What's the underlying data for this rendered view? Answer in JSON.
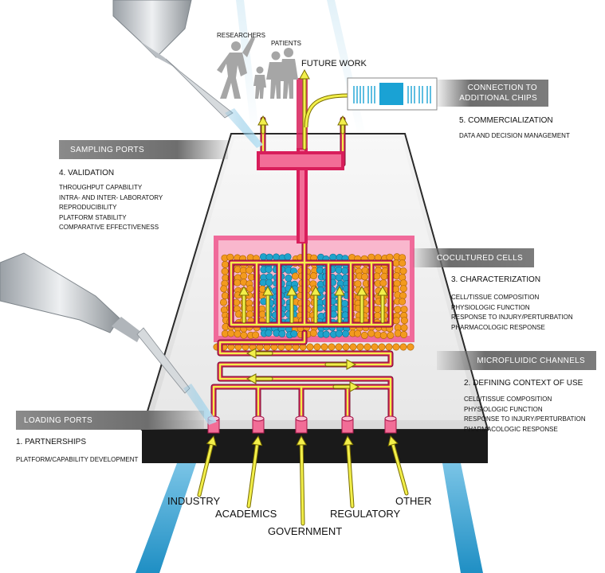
{
  "top": {
    "future_work": "FUTURE WORK",
    "researchers": "RESEARCHERS",
    "patients": "PATIENTS"
  },
  "banners": {
    "sampling_ports": "SAMPLING PORTS",
    "connection_line1": "CONNECTION TO",
    "connection_line2": "ADDITIONAL CHIPS",
    "cocultured_cells": "COCULTURED CELLS",
    "microfluidic_channels": "MICROFLUIDIC CHANNELS",
    "loading_ports": "LOADING PORTS"
  },
  "steps": {
    "s1": {
      "title": "1. PARTNERSHIPS",
      "items": [
        "PLATFORM/CAPABILITY DEVELOPMENT"
      ]
    },
    "s2": {
      "title": "2. DEFINING CONTEXT OF USE",
      "items": [
        "CELL/TISSUE COMPOSITION",
        "PHYSIOLOGIC FUNCTION",
        "RESPONSE TO INJURY/PERTURBATION",
        "PHARMACOLOGIC RESPONSE"
      ]
    },
    "s3": {
      "title": "3. CHARACTERIZATION",
      "items": [
        "CELL/TISSUE COMPOSITION",
        "PHYSIOLOGIC FUNCTION",
        "RESPONSE TO INJURY/PERTURBATION",
        "PHARMACOLOGIC RESPONSE"
      ]
    },
    "s4": {
      "title": "4. VALIDATION",
      "items": [
        "THROUGHPUT CAPABILITY",
        "INTRA- AND INTER- LABORATORY",
        "REPRODUCIBILITY",
        "PLATFORM STABILITY",
        "COMPARATIVE EFFECTIVENESS"
      ]
    },
    "s5": {
      "title": "5. COMMERCIALIZATION",
      "items": [
        "DATA AND DECISION MANAGEMENT"
      ]
    }
  },
  "stakeholders": {
    "industry": "INDUSTRY",
    "academics": "ACADEMICS",
    "government": "GOVERNMENT",
    "regulatory": "REGULATORY",
    "other": "OTHER"
  },
  "colors": {
    "arrow": "#f2ef4a",
    "arrow_outline": "#7a6e00",
    "channel": "#e01e6a",
    "cell_orange": "#f39a1e",
    "cell_blue": "#1fa3cc",
    "chamber": "#f05a8e",
    "chip_edge": "#1a1a1a",
    "beam": "#5ab8e0",
    "banner_gray": "#6e6e6e"
  }
}
